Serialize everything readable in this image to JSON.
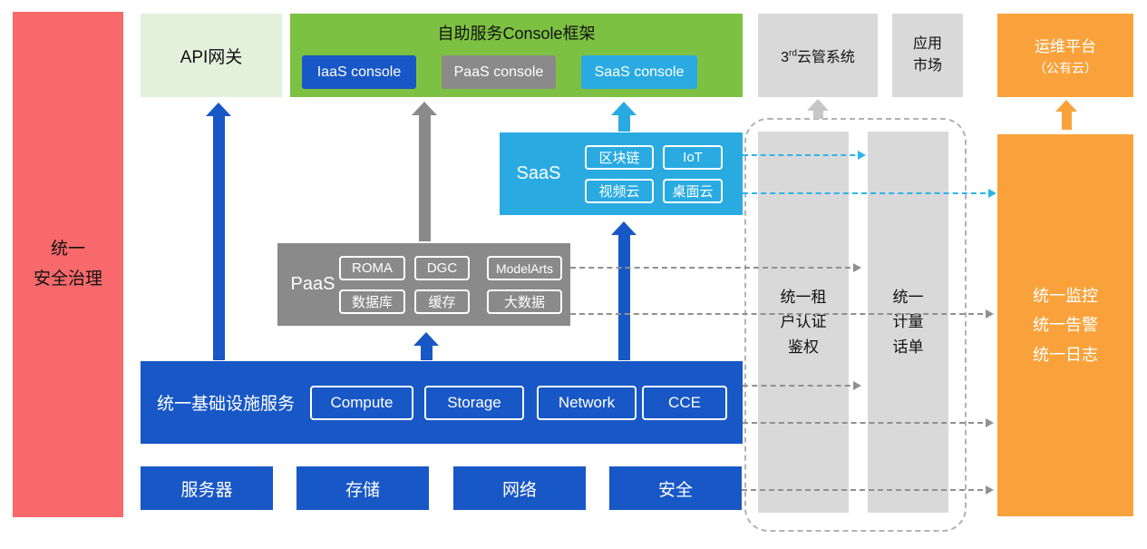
{
  "security_bar": "统一\n安全治理",
  "api_gateway": "API网关",
  "console": {
    "title": "自助服务Console框架",
    "iaas": "IaaS console",
    "paas": "PaaS console",
    "saas": "SaaS console"
  },
  "third_party": {
    "prefix": "3",
    "sup": "rd",
    "suffix": "云管系统"
  },
  "app_market": "应用\n市场",
  "om_platform": {
    "line1": "运维平台",
    "line2": "（公有云）"
  },
  "saas": {
    "label": "SaaS",
    "items": [
      "区块链",
      "IoT",
      "视频云",
      "桌面云"
    ]
  },
  "paas": {
    "label": "PaaS",
    "items": [
      "ROMA",
      "DGC",
      "ModelArts",
      "数据库",
      "缓存",
      "大数据"
    ]
  },
  "infra": {
    "label": "统一基础设施服务",
    "items": [
      "Compute",
      "Storage",
      "Network",
      "CCE"
    ]
  },
  "bottom_row": [
    "服务器",
    "存储",
    "网络",
    "安全"
  ],
  "auth_bar": "统一租\n户认证\n鉴权",
  "metering_bar": "统一\n计量\n话单",
  "monitor": "统一监控\n统一告警\n统一日志",
  "colors": {
    "red": "#F8696B",
    "pale_green": "#E2F0DC",
    "green": "#7DC142",
    "blue": "#1857C6",
    "gray": "#8A8A8A",
    "light_gray": "#D9D9D9",
    "cyan": "#29ABE2",
    "orange": "#F9A23C",
    "dashed_line_gray": "#909090",
    "dashed_line_cyan": "#2FB4E9"
  }
}
